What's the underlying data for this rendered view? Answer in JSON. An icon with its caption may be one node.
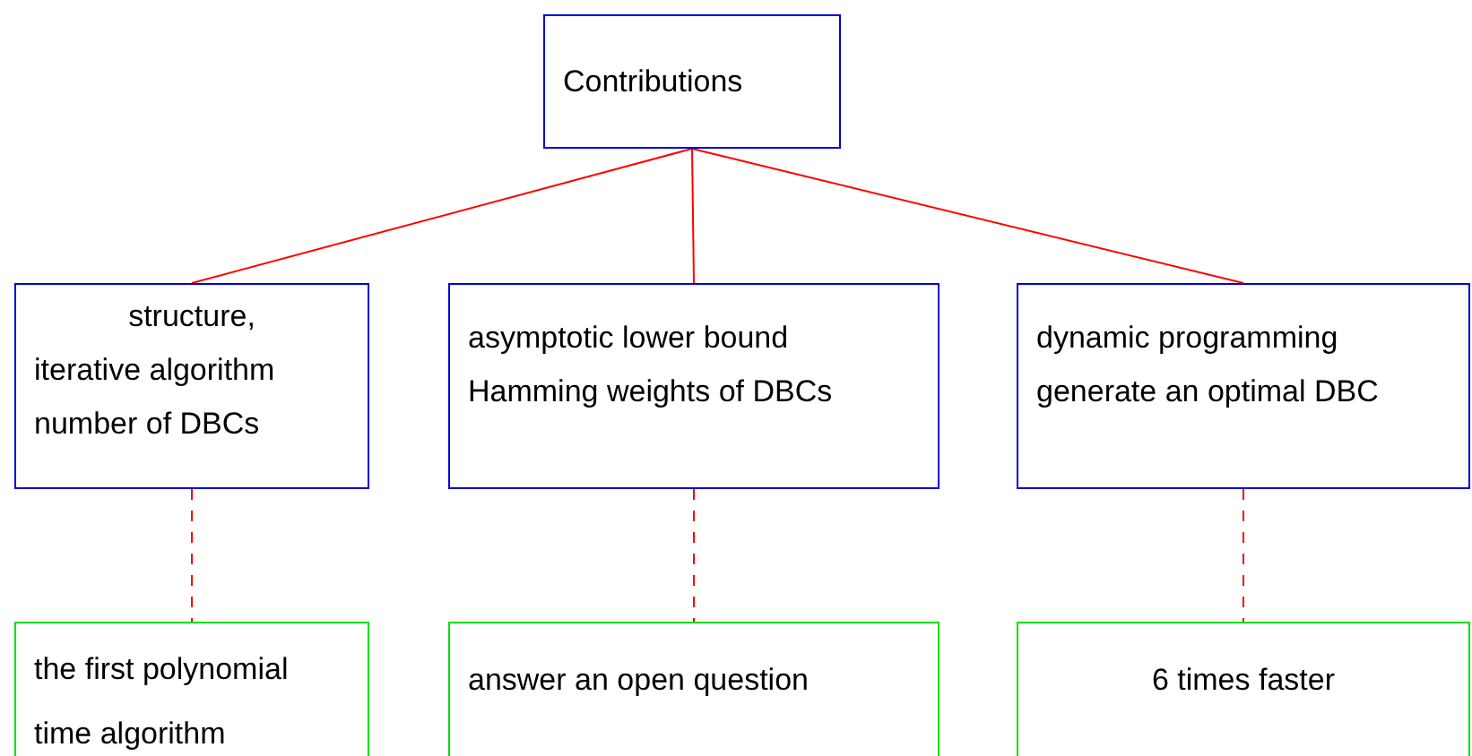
{
  "diagram": {
    "nodes": [
      {
        "text": [
          "Contributions"
        ]
      },
      {
        "text": [
          "structure,",
          "iterative algorithm",
          "number of DBCs"
        ]
      },
      {
        "text": [
          "asymptotic lower bound",
          "Hamming weights of DBCs"
        ]
      },
      {
        "text": [
          "dynamic programming",
          "generate an optimal DBC"
        ]
      },
      {
        "text": [
          "the first polynomial time algorithm"
        ]
      },
      {
        "text": [
          "answer an open question"
        ]
      },
      {
        "text": [
          "6 times faster"
        ]
      }
    ],
    "edges": [
      {
        "from": 0,
        "to": 1,
        "arrow": "none"
      },
      {
        "from": 0,
        "to": 2,
        "arrow": "none"
      },
      {
        "from": 0,
        "to": 3,
        "arrow": "none"
      },
      {
        "from": 1,
        "to": 4,
        "arrow": "none",
        "style": "dashed"
      },
      {
        "from": 2,
        "to": 5,
        "arrow": "none",
        "style": "dashed"
      },
      {
        "from": 3,
        "to": 6,
        "arrow": "none",
        "style": "dashed"
      }
    ]
  }
}
